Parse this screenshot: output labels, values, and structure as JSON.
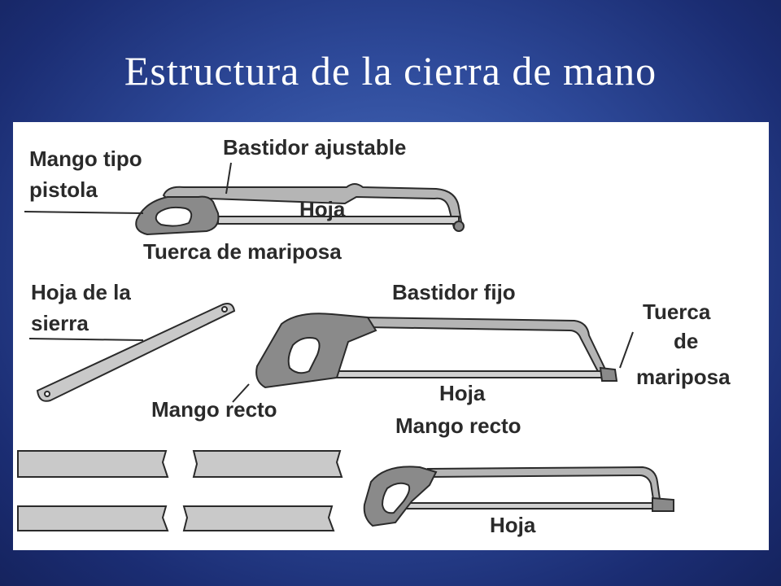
{
  "slide": {
    "title": "Estructura de la cierra de mano"
  },
  "labels": {
    "mango_tipo_1": "Mango tipo",
    "mango_tipo_2": "pistola",
    "bastidor_ajustable": "Bastidor ajustable",
    "hoja_1": "Hoja",
    "tuerca_mariposa_1": "Tuerca de mariposa",
    "hoja_sierra_1": "Hoja de la",
    "hoja_sierra_2": "sierra",
    "bastidor_fijo": "Bastidor fijo",
    "tuerca_2a": "Tuerca",
    "tuerca_2b": "de",
    "tuerca_2c": "mariposa",
    "hoja_2": "Hoja",
    "mango_recto_1": "Mango recto",
    "mango_recto_2": "Mango recto",
    "hoja_3": "Hoja"
  },
  "colors": {
    "handle_fill": "#8a8a8a",
    "frame_fill": "#b5b5b5",
    "blade_fill": "#c9c9c9",
    "line": "#2a2a2a"
  }
}
